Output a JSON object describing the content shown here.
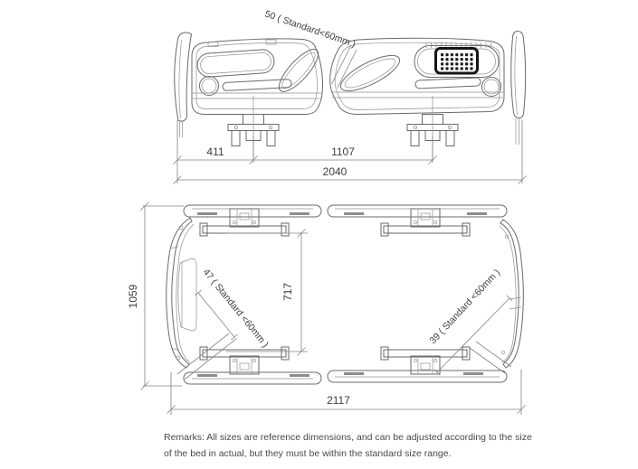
{
  "drawing": {
    "side_view": {
      "gap_label": "50 ( Standard<60mm )",
      "dim_head_offset": "411",
      "dim_bracket_spacing": "1107",
      "dim_overall": "2040"
    },
    "top_view": {
      "dim_width": "1059",
      "dim_inner": "717",
      "dim_overall": "2117",
      "gap_head_label": "47 ( Standard <60mm )",
      "gap_foot_label": "39 ( Standard <60mm )"
    },
    "remarks": {
      "line1": "Remarks: All sizes are reference dimensions, and can be adjusted according to the size",
      "line2": "of the bed in actual, but they must be within the standard size range."
    },
    "colors": {
      "outline": "#6a6a6a",
      "dimension": "#828282",
      "text": "#3d3d3d",
      "panel_dark": "#151515"
    }
  }
}
